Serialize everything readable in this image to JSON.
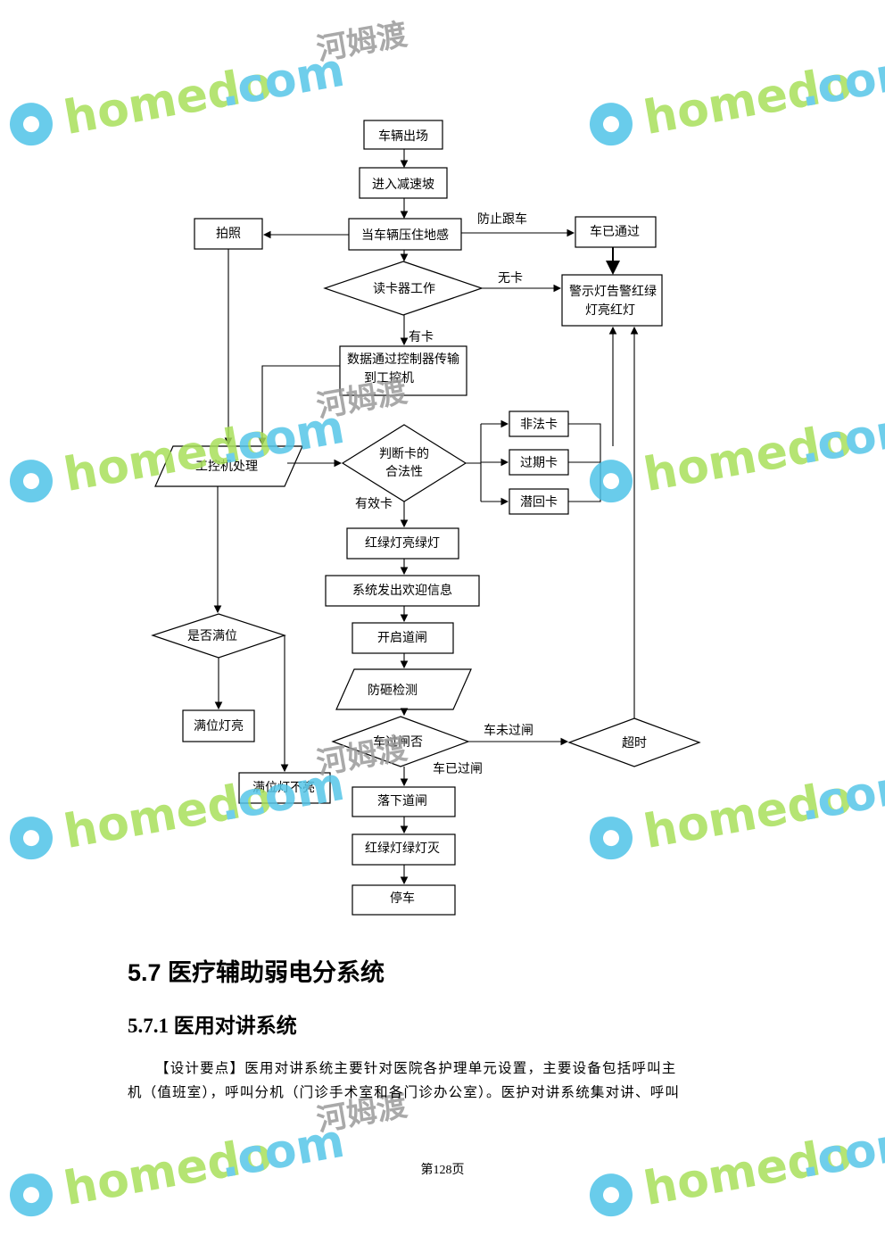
{
  "flowchart": {
    "nodes": {
      "exit": "车辆出场",
      "slope": "进入减速坡",
      "sensor": "当车辆压住地感",
      "photo": "拍照",
      "passed": "车已通过",
      "reader": "读卡器工作",
      "alarm_line1": "警示灯告警红绿",
      "alarm_line2": "灯亮红灯",
      "transfer_line1": "数据通过控制器传输",
      "transfer_line2": "到工控机",
      "ipc": "工控机处理",
      "judge_line1": "判断卡的",
      "judge_line2": "合法性",
      "illegal": "非法卡",
      "expired": "过期卡",
      "antipass": "潜回卡",
      "green": "红绿灯亮绿灯",
      "welcome": "系统发出欢迎信息",
      "open": "开启道闸",
      "anti_smash": "防砸检测",
      "after_gate": "车过闸否",
      "timeout": "超时",
      "lower": "落下道闸",
      "off": "红绿灯绿灯灭",
      "park": "停车",
      "full_q": "是否满位",
      "full_on": "满位灯亮",
      "full_off": "满位灯不亮"
    },
    "labels": {
      "tailgate": "防止跟车",
      "no_card": "无卡",
      "has_card": "有卡",
      "valid": "有效卡",
      "not_passed": "车未过闸",
      "has_passed": "车已过闸"
    }
  },
  "watermark": {
    "brand": "homedo",
    "domain": ".com",
    "cn": "河姆渡"
  },
  "section": {
    "h2": "5.7 医疗辅助弱电分系统",
    "h3": "5.7.1 医用对讲系统",
    "para_line1": "【设计要点】医用对讲系统主要针对医院各护理单元设置，主要设备包括呼叫主",
    "para_line2": "机（值班室），呼叫分机（门诊手术室和各门诊办公室）。医护对讲系统集对讲、呼叫"
  },
  "footer": {
    "page": "第128页"
  }
}
